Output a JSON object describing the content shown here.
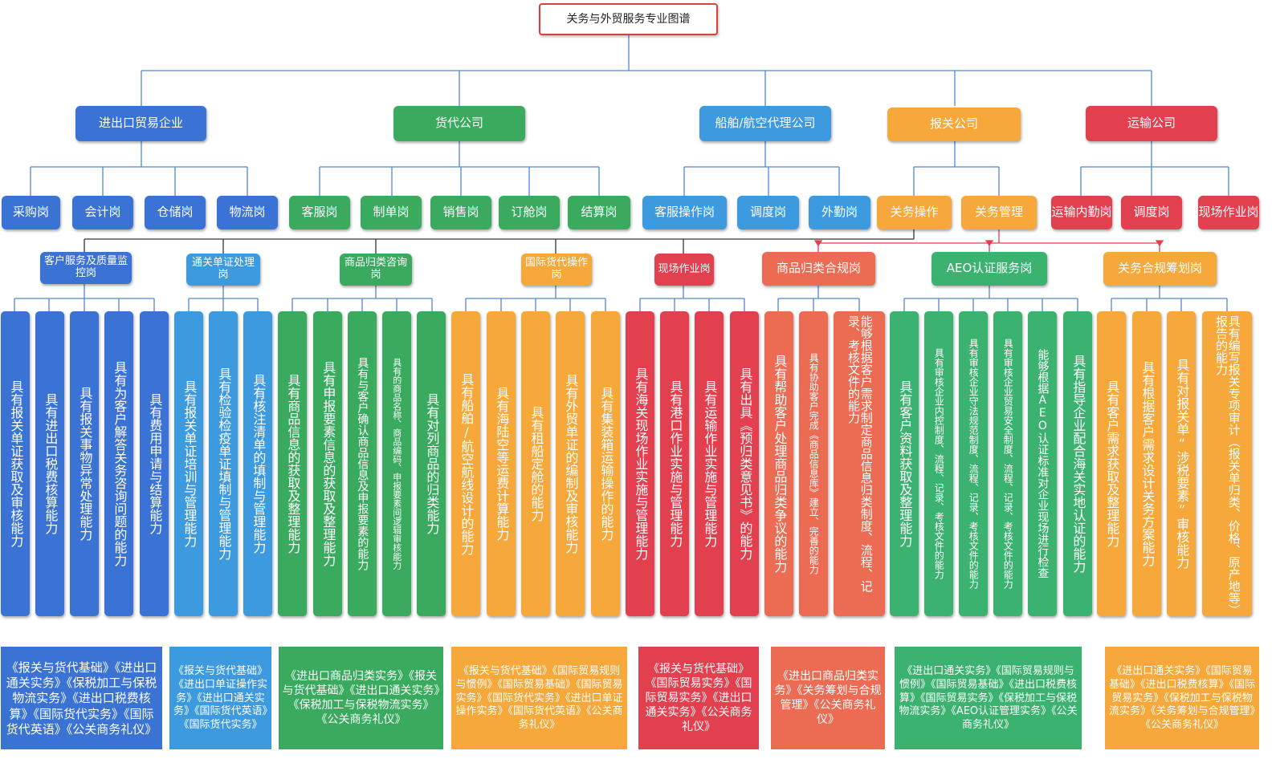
{
  "title": "关务与外贸服务专业图谱",
  "colors": {
    "blue": "#3a73d4",
    "sky": "#3d9adf",
    "green": "#3aaa5e",
    "orange": "#f6a83a",
    "red": "#e2404f",
    "coral": "#ec6b53",
    "teal": "#3bb26f",
    "line_blue": "#4f86d6",
    "line_red": "#e2404f",
    "line_dark": "#333333"
  },
  "level1": [
    {
      "label": "进出口贸易企业",
      "color": "blue"
    },
    {
      "label": "货代公司",
      "color": "green"
    },
    {
      "label": "船舶/航空代理公司",
      "color": "sky"
    },
    {
      "label": "报关公司",
      "color": "orange"
    },
    {
      "label": "运输公司",
      "color": "red"
    }
  ],
  "level2": [
    {
      "label": "采购岗",
      "color": "blue"
    },
    {
      "label": "会计岗",
      "color": "blue"
    },
    {
      "label": "仓储岗",
      "color": "blue"
    },
    {
      "label": "物流岗",
      "color": "blue"
    },
    {
      "label": "客服岗",
      "color": "green"
    },
    {
      "label": "制单岗",
      "color": "green"
    },
    {
      "label": "销售岗",
      "color": "green"
    },
    {
      "label": "订舱岗",
      "color": "green"
    },
    {
      "label": "结算岗",
      "color": "green"
    },
    {
      "label": "客服操作岗",
      "color": "sky"
    },
    {
      "label": "调度岗",
      "color": "sky"
    },
    {
      "label": "外勤岗",
      "color": "sky"
    },
    {
      "label": "关务操作",
      "color": "orange"
    },
    {
      "label": "关务管理",
      "color": "orange"
    },
    {
      "label": "运输内勤岗",
      "color": "red"
    },
    {
      "label": "调度岗",
      "color": "red"
    },
    {
      "label": "现场作业岗",
      "color": "red"
    }
  ],
  "level3": [
    {
      "label": "客户服务及质量监控岗",
      "color": "blue"
    },
    {
      "label": "通关单证处理岗",
      "color": "sky"
    },
    {
      "label": "商品归类咨询岗",
      "color": "green"
    },
    {
      "label": "国际货代操作岗",
      "color": "orange"
    },
    {
      "label": "现场作业岗",
      "color": "red"
    },
    {
      "label": "商品归类合规岗",
      "color": "coral"
    },
    {
      "label": "AEO认证服务岗",
      "color": "teal"
    },
    {
      "label": "关务合规筹划岗",
      "color": "orange"
    }
  ],
  "abilities": [
    {
      "text": "具有报关单证获取及审核能力",
      "color": "blue"
    },
    {
      "text": "具有进出口税费核算能力",
      "color": "blue"
    },
    {
      "text": "具有报关事物异常处理能力",
      "color": "blue"
    },
    {
      "text": "具有为客户解答关务咨询问题的能力",
      "color": "blue"
    },
    {
      "text": "具有费用申请与结算能力",
      "color": "blue"
    },
    {
      "text": "具有报关单证培训与管理能力",
      "color": "sky"
    },
    {
      "text": "具有检验检疫单证填制与管理能力",
      "color": "sky"
    },
    {
      "text": "具有核注清单的填制与管理能力",
      "color": "sky"
    },
    {
      "text": "具有商品信息的获取及整理能力",
      "color": "green"
    },
    {
      "text": "具有申报要素信息的获取及整理能力",
      "color": "green"
    },
    {
      "text": "具有与客户确认商品信息及申报要素的能力",
      "color": "green"
    },
    {
      "text": "具有的商品名称、商品编码、申报要素间逻辑审核能力",
      "color": "green"
    },
    {
      "text": "具有对列商品的归类能力",
      "color": "green"
    },
    {
      "text": "具有船舶/航空航线设计的能力",
      "color": "orange"
    },
    {
      "text": "具有海陆空等运费计算能力",
      "color": "orange"
    },
    {
      "text": "具有租船定舱的能力",
      "color": "orange"
    },
    {
      "text": "具有外贸单证的编制及审核能力",
      "color": "orange"
    },
    {
      "text": "具有集装箱运输操作的能力",
      "color": "orange"
    },
    {
      "text": "具有海关现场作业实施与管理能力",
      "color": "red"
    },
    {
      "text": "具有港口作业实施与管理能力",
      "color": "red"
    },
    {
      "text": "具有运输作业实施与管理能力",
      "color": "red"
    },
    {
      "text": "具有出具《预归类意见书》的能力",
      "color": "red"
    },
    {
      "text": "具有帮助客户处理商品归类争议的能力",
      "color": "coral"
    },
    {
      "text": "具有协助客户完成《商品信息库》建立、完善的能力",
      "color": "coral"
    },
    {
      "text": "能够根据客户需求制定商品信息归类制度、流程、记录、考核文件的能力",
      "color": "coral"
    },
    {
      "text": "具有客户资料获取及整理能力",
      "color": "teal"
    },
    {
      "text": "具有审核企业内控制度、流程、记录、考核文件的能力",
      "color": "teal"
    },
    {
      "text": "具有审核企业守法规范制度、流程、记录、考核文件的能力",
      "color": "teal"
    },
    {
      "text": "具有审核企业贸易安全制度、流程、记录、考核文件的能力",
      "color": "teal"
    },
    {
      "text": "能够根据AEO认证标准对企业现场进行检查",
      "color": "teal"
    },
    {
      "text": "具有指导企业配合海关实地认证的能力",
      "color": "teal"
    },
    {
      "text": "具有客户需求获取及整理能力",
      "color": "orange"
    },
    {
      "text": "具有根据客户需求设计关务方案能力",
      "color": "orange"
    },
    {
      "text": "具有对报关单“涉税要素”审核能力",
      "color": "orange"
    },
    {
      "text": "具有编写报关专项审计（报关单归类、价格、原产地等）报告的能力",
      "color": "orange"
    }
  ],
  "courses": [
    {
      "text": "《报关与货代基础》《进出口通关实务》《保税加工与保税物流实务》《进出口税费核算》《国际货代实务》《国际货代英语》《公关商务礼仪》",
      "color": "blue"
    },
    {
      "text": "《报关与货代基础》《进出口单证操作实务》《进出口通关实务》《国际货代英语》《国际货代实务》",
      "color": "sky"
    },
    {
      "text": "《进出口商品归类实务》《报关与货代基础》《进出口通关实务》《保税加工与保税物流实务》《公关商务礼仪》",
      "color": "green"
    },
    {
      "text": "《报关与货代基础》《国际贸易规则与惯例》《国际贸易基础》《国际贸易实务》《国际货代实务》《进出口单证操作实务》《国际货代英语》《公关商务礼仪》",
      "color": "orange"
    },
    {
      "text": "《报关与货代基础》《国际贸易实务》《国际贸易实务》《进出口通关实务》《公关商务礼仪》",
      "color": "red"
    },
    {
      "text": "《进出口商品归类实务》《关务筹划与合规管理》《公关商务礼仪》",
      "color": "coral"
    },
    {
      "text": "《进出口通关实务》《国际贸易规则与惯例》《国际贸易基础》《进出口税费核算》《国际贸易实务》《保税加工与保税物流实务》《AEO认证管理实务》《公关商务礼仪》",
      "color": "teal"
    },
    {
      "text": "《进出口通关实务》《国际贸易基础》《进出口税费核算》《国际贸易实务》《保税加工与保税物流实务》《关务筹划与合规管理》《公关商务礼仪》",
      "color": "orange"
    }
  ]
}
